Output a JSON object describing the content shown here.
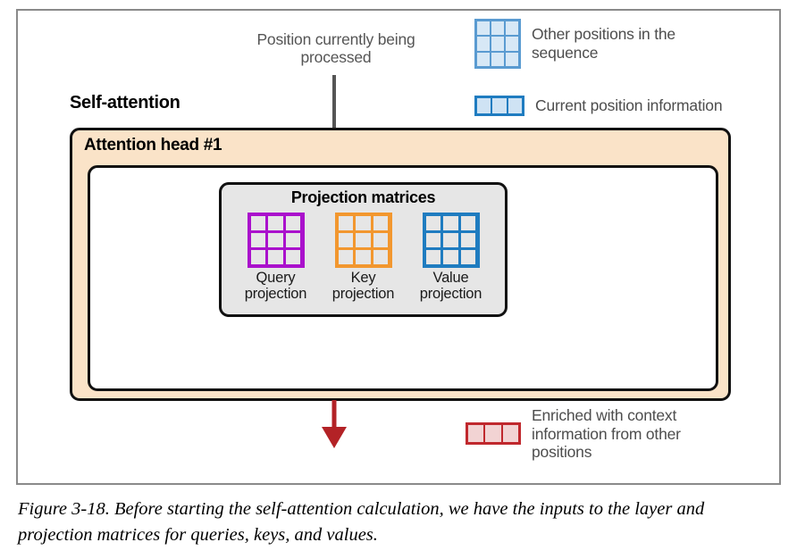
{
  "figure": {
    "caption": "Figure 3-18. Before starting the self-attention calculation, we have the inputs to the layer and projection matrices for queries, keys, and values."
  },
  "annotations": {
    "position_note": "Position currently being processed",
    "self_attention_label": "Self-attention",
    "attention_head_title": "Attention head #1"
  },
  "projection_panel": {
    "title": "Projection matrices",
    "items": [
      {
        "label": "Query projection",
        "color": "#aa11cc"
      },
      {
        "label": "Key projection",
        "color": "#f2972f"
      },
      {
        "label": "Value projection",
        "color": "#1f7cc0"
      }
    ]
  },
  "legend": [
    {
      "id": "other-positions",
      "label": "Other positions in the sequence",
      "swatch": "grid-3x3-icon",
      "border_color": "#5a9bd1",
      "fill_color": "#d7e8f6"
    },
    {
      "id": "current-position",
      "label": "Current position information",
      "swatch": "row-1x3-icon",
      "border_color": "#1f7cc0",
      "fill_color": "#cfe3f4"
    },
    {
      "id": "enriched-context",
      "label": "Enriched with context information from other positions",
      "swatch": "row-1x3-icon",
      "border_color": "#c0282d",
      "fill_color": "#f2d3d3"
    }
  ],
  "arrows": [
    {
      "id": "input-arrow",
      "direction": "down",
      "color": "#555555"
    },
    {
      "id": "output-arrow",
      "direction": "down",
      "color": "#b32226"
    }
  ]
}
